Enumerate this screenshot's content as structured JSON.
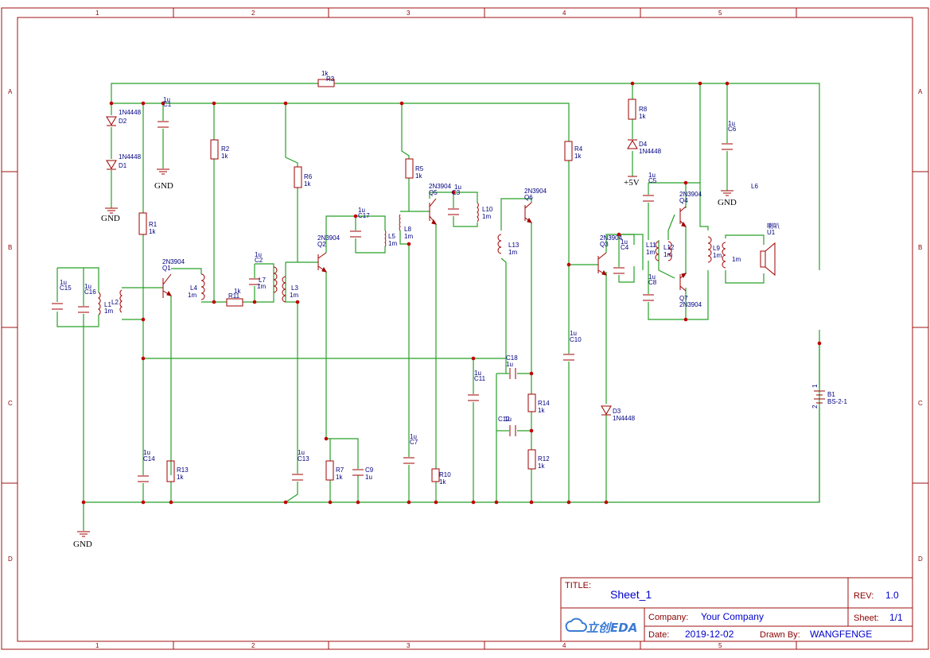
{
  "frame": {
    "columns": [
      "1",
      "2",
      "3",
      "4",
      "5"
    ],
    "rows": [
      "A",
      "B",
      "C",
      "D"
    ]
  },
  "title_block": {
    "title_key": "TITLE:",
    "title": "Sheet_1",
    "rev_key": "REV:",
    "rev": "1.0",
    "company_key": "Company:",
    "company": "Your Company",
    "sheet_key": "Sheet:",
    "sheet": "1/1",
    "date_key": "Date:",
    "date": "2019-12-02",
    "drawn_key": "Drawn By:",
    "drawn_by": "WANGFENGE",
    "logo": "立创EDA"
  },
  "power": {
    "gnd": "GND",
    "vcc": "+5V"
  },
  "labels": {
    "R3": "R3",
    "R3v": "1k",
    "D2": "D2",
    "D2v": "1N4448",
    "D1": "D1",
    "D1v": "1N4448",
    "C1": "C1",
    "C1v": "1u",
    "R2": "R2",
    "R2v": "1k",
    "R6": "R6",
    "R6v": "1k",
    "R5": "R5",
    "R5v": "1k",
    "R4": "R4",
    "R4v": "1k",
    "R8": "R8",
    "R8v": "1k",
    "D4": "D4",
    "D4v": "1N4448",
    "C6": "C6",
    "C6v": "1u",
    "L6": "L6",
    "R1": "R1",
    "R1v": "1k",
    "Q1": "Q1",
    "Q1v": "2N3904",
    "C15": "C15",
    "C15v": "1u",
    "C16": "C16",
    "C16v": "1u",
    "L2": "L2",
    "L1": "L1",
    "L1v": "1m",
    "L4": "L4",
    "L4v": "1m",
    "R11": "R11",
    "R11v": "1k",
    "C2": "C2",
    "C2v": "1u",
    "L7": "L7",
    "L7v": "1m",
    "L3": "L3",
    "L3v": "1m",
    "Q2": "Q2",
    "Q2v": "2N3904",
    "C17": "C17",
    "C17v": "1u",
    "L5": "L5",
    "L5v": "1m",
    "L8": "L8",
    "L8v": "1m",
    "Q5": "Q5",
    "Q5v": "2N3904",
    "C3": "C3",
    "C3v": "1u",
    "L10": "L10",
    "L10v": "1m",
    "Q6": "Q6",
    "Q6v": "2N3904",
    "L13": "L13",
    "L13v": "1m",
    "Q3": "Q3",
    "Q3v": "2N3904",
    "C4": "C4",
    "C4v": "1u",
    "C5": "C5",
    "C5v": "1u",
    "Q4": "Q4",
    "Q4v": "2N3904",
    "L11": "L11",
    "L11v": "1m",
    "L12": "L12",
    "L12v": "1m",
    "C8": "C8",
    "C8v": "1u",
    "Q7": "Q7",
    "Q7v": "2N3904",
    "L9": "L9",
    "L9v": "1m",
    "L9b": "1m",
    "U1": "U1",
    "U1v": "喇叭",
    "C10": "C10",
    "C10v": "1u",
    "C18": "C18",
    "C18v": "1u",
    "C11": "C11",
    "C11v": "1u",
    "R14": "R14",
    "R14v": "1k",
    "C12": "C12",
    "C12v": "1u",
    "R12": "R12",
    "R12v": "1k",
    "D3": "D3",
    "D3v": "1N4448",
    "B1": "B1",
    "B1v": "BS-2-1",
    "B1p2": "2",
    "B1p1": "1",
    "C14": "C14",
    "C14v": "1u",
    "R13": "R13",
    "R13v": "1k",
    "C13": "C13",
    "C13v": "1u",
    "R7": "R7",
    "R7v": "1k",
    "C9": "C9",
    "C9v": "1u",
    "C7": "C7",
    "C7v": "1u",
    "R10": "R10",
    "R10v": "1k"
  },
  "colors": {
    "wire": "#28a028",
    "part": "#a00000",
    "label": "#000080",
    "frame": "#a01010",
    "tb_value": "#0000cc"
  }
}
